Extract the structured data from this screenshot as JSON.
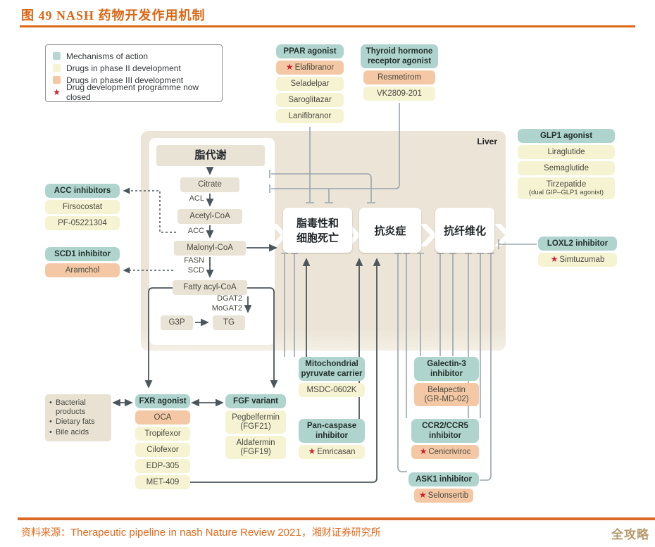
{
  "figure": {
    "title": "图 49 NASH 药物开发作用机制"
  },
  "icons": {
    "star": "★",
    "bullet": "•"
  },
  "legend": {
    "items": [
      {
        "label": "Mechanisms of action",
        "swatch": "#B7D8D2"
      },
      {
        "label": "Drugs in phase II development",
        "swatch": "#F6F3D2"
      },
      {
        "label": "Drugs in phase III development",
        "swatch": "#F3C7A3"
      },
      {
        "label": "Drug development programme now closed",
        "swatch": "star"
      }
    ]
  },
  "liver_label": "Liver",
  "groups": {
    "ppar": {
      "header": "PPAR agonist",
      "drugs": [
        {
          "name": "Elafibranor",
          "closed": true
        },
        {
          "name": "Seladelpar"
        },
        {
          "name": "Saroglitazar"
        },
        {
          "name": "Lanifibranor"
        }
      ]
    },
    "thyroid": {
      "header": "Thyroid hormone receptor agonist",
      "drugs": [
        {
          "name": "Resmetirom"
        },
        {
          "name": "VK2809-201"
        }
      ]
    },
    "glp1": {
      "header": "GLP1 agonist",
      "drugs": [
        {
          "name": "Liraglutide"
        },
        {
          "name": "Semaglutide"
        },
        {
          "name": "Tirzepatide",
          "sub": "(dual GIP–GLP1 agonist)"
        }
      ]
    },
    "acc": {
      "header": "ACC inhibitors",
      "drugs": [
        {
          "name": "Firsocostat"
        },
        {
          "name": "PF-05221304"
        }
      ]
    },
    "scd1": {
      "header": "SCD1 inhibitor",
      "drugs": [
        {
          "name": "Aramchol"
        }
      ]
    },
    "loxl2": {
      "header": "LOXL2 inhibitor",
      "drugs": [
        {
          "name": "Simtuzumab",
          "closed": true
        }
      ]
    },
    "mito": {
      "header": "Mitochondrial pyruvate carrier",
      "drugs": [
        {
          "name": "MSDC-0602K"
        }
      ]
    },
    "pancaspase": {
      "header": "Pan-caspase inhibitor",
      "drugs": [
        {
          "name": "Emricasan",
          "closed": true
        }
      ]
    },
    "galectin3": {
      "header": "Galectin-3 inhibitor",
      "drugs": [
        {
          "name": "Belapectin",
          "sub": "(GR-MD-02)"
        }
      ]
    },
    "ccr": {
      "header": "CCR2/CCR5 inhibitor",
      "drugs": [
        {
          "name": "Cenicriviroc",
          "closed": true
        }
      ]
    },
    "ask1": {
      "header": "ASK1 inhibitor",
      "drugs": [
        {
          "name": "Selonsertib",
          "closed": true
        }
      ]
    },
    "fxr": {
      "header": "FXR agonist",
      "drugs": [
        {
          "name": "OCA"
        },
        {
          "name": "Tropifexor"
        },
        {
          "name": "Cilofexor"
        },
        {
          "name": "EDP-305"
        },
        {
          "name": "MET-409"
        }
      ]
    },
    "fgf": {
      "header": "FGF variant",
      "drugs": [
        {
          "name": "Pegbelfermin",
          "sub": "(FGF21)"
        },
        {
          "name": "Aldafermin",
          "sub": "(FGF19)"
        }
      ]
    }
  },
  "inputs": {
    "items": [
      "Bacterial products",
      "Dietary fats",
      "Bile acids"
    ]
  },
  "pathway": {
    "title": "脂代谢",
    "nodes": {
      "citrate": "Citrate",
      "acetyl": "Acetyl-CoA",
      "malonyl": "Malonyl-CoA",
      "fatty": "Fatty acyl-CoA",
      "g3p": "G3P",
      "tg": "TG"
    },
    "enzymes": {
      "acl": "ACL",
      "acc": "ACC",
      "fasn": "FASN",
      "scd": "SCD",
      "dgat2": "DGAT2",
      "mogat2": "MoGAT2"
    }
  },
  "processes": {
    "lipotoxicity_line1": "脂毒性和",
    "lipotoxicity_line2": "细胞死亡",
    "inflammation": "抗炎症",
    "fibrosis": "抗纤维化"
  },
  "source": {
    "prefix": "资料来源：",
    "main": "Therapeutic pipeline in nash Nature Review 2021，",
    "suffix": "湘财证券研究所",
    "watermark": "全攻略"
  },
  "colors": {
    "mechanism": "#B7D8D2",
    "phase2": "#F6F3D2",
    "phase3": "#F3C7A3",
    "closed_star": "#CE2030",
    "accent": "#D96716",
    "watermark_gold": "#B59B6C"
  }
}
